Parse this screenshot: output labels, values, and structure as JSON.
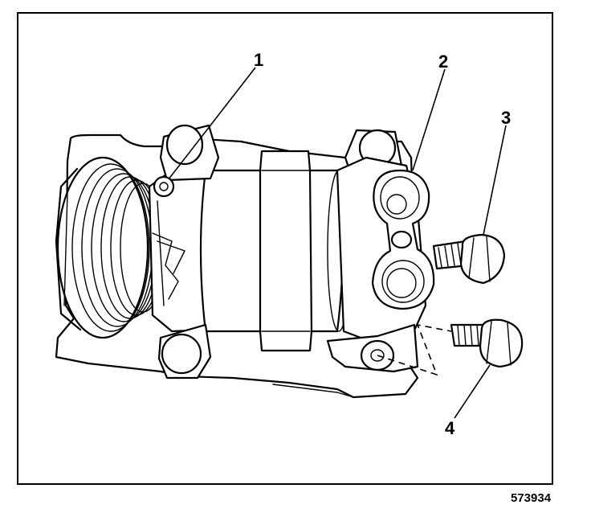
{
  "figure_id": "573934",
  "callouts": [
    {
      "number": "1"
    },
    {
      "number": "2"
    },
    {
      "number": "3"
    },
    {
      "number": "4"
    }
  ],
  "colors": {
    "ink": "#000000",
    "paper": "#ffffff"
  }
}
